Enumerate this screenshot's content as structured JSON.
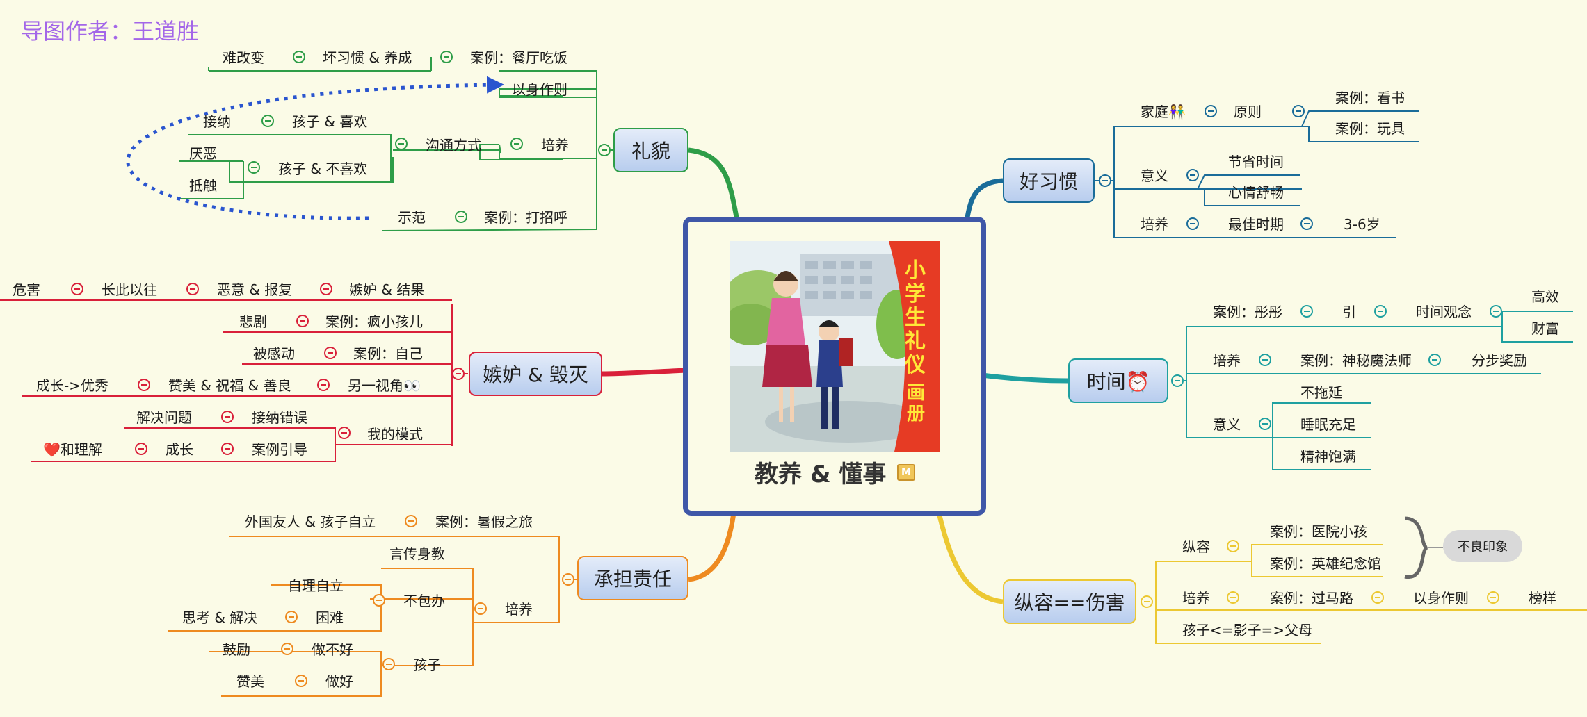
{
  "author": "导图作者：王道胜",
  "central": {
    "title": "教养 & 懂事",
    "cover_title": "小学生礼仪",
    "cover_subtitle": "画册",
    "note_icon": "note-icon"
  },
  "colors": {
    "liyao": "#2e9d48",
    "jidu": "#d9203a",
    "chengdan": "#ee8a20",
    "haoxiguan": "#1a6c99",
    "shijian": "#1ea0a0",
    "zongrong": "#ecc832",
    "central_border": "#3f57a8",
    "dotted_arrow": "#2a55cf"
  },
  "branches": {
    "liyao": {
      "title": "礼貌",
      "n1": "难改变",
      "n2": "坏习惯 & 养成",
      "n3": "案例：餐厅吃饭",
      "n4": "以身作则",
      "n5": "接纳",
      "n6": "孩子 & 喜欢",
      "n7": "沟通方式",
      "n8": "培养",
      "n9": "厌恶",
      "n10": "孩子 & 不喜欢",
      "n11": "抵触",
      "n12": "示范",
      "n13": "案例：打招呼"
    },
    "jidu": {
      "title": "嫉妒 & 毁灭",
      "n1": "危害",
      "n2": "长此以往",
      "n3": "恶意 & 报复",
      "n4": "嫉妒 & 结果",
      "n5": "悲剧",
      "n6": "案例：疯小孩儿",
      "n7": "被感动",
      "n8": "案例：自己",
      "n9": "成长->优秀",
      "n10": "赞美 & 祝福 & 善良",
      "n11": "另一视角👀",
      "n12": "解决问题",
      "n13": "接纳错误",
      "n14": "我的模式",
      "n15": "❤️和理解",
      "n16": "成长",
      "n17": "案例引导"
    },
    "chengdan": {
      "title": "承担责任",
      "n1": "外国友人 & 孩子自立",
      "n2": "案例：暑假之旅",
      "n3": "言传身教",
      "n4": "自理自立",
      "n5": "不包办",
      "n6": "培养",
      "n7": "思考 & 解决",
      "n8": "困难",
      "n9": "鼓励",
      "n10": "做不好",
      "n11": "孩子",
      "n12": "赞美",
      "n13": "做好"
    },
    "haoxiguan": {
      "title": "好习惯",
      "n1": "家庭👫",
      "n2": "原则",
      "n3": "案例：看书",
      "n4": "案例：玩具",
      "n5": "意义",
      "n6": "节省时间",
      "n7": "心情舒畅",
      "n8": "培养",
      "n9": "最佳时期",
      "n10": "3-6岁"
    },
    "shijian": {
      "title": "时间⏰",
      "n1": "案例：彤彤",
      "n2": "引",
      "n3": "时间观念",
      "n4": "高效",
      "n5": "财富",
      "n6": "培养",
      "n7": "案例：神秘魔法师",
      "n8": "分步奖励",
      "n9": "不拖延",
      "n10": "意义",
      "n11": "睡眠充足",
      "n12": "精神饱满"
    },
    "zongrong": {
      "title": "纵容==伤害",
      "n1": "案例：医院小孩",
      "n2": "纵容",
      "n3": "案例：英雄纪念馆",
      "n4": "不良印象",
      "n5": "培养",
      "n6": "案例：过马路",
      "n7": "以身作则",
      "n8": "榜样",
      "n9": "孩子<=影子=>父母"
    }
  }
}
